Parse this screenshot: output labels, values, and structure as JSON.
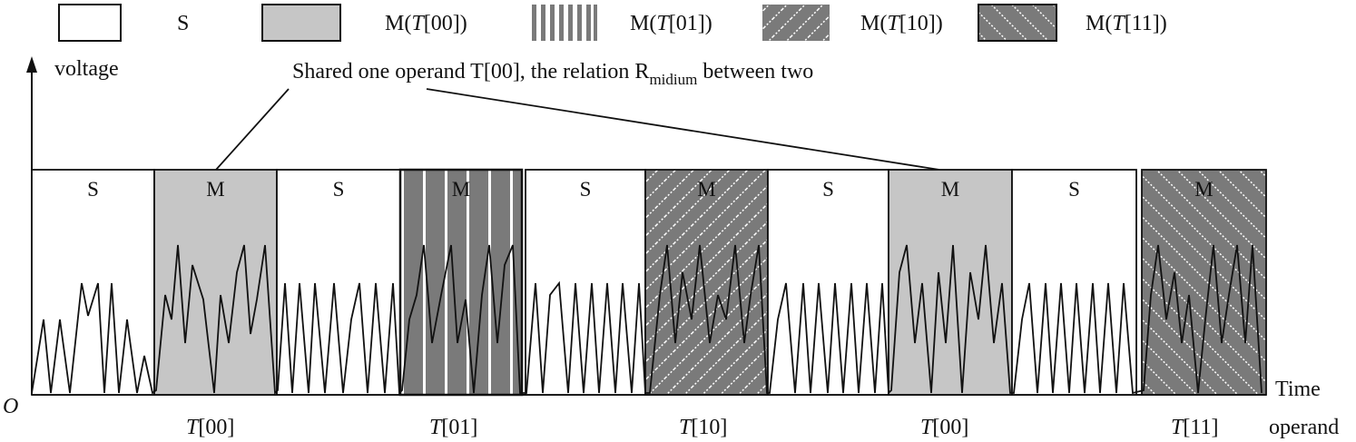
{
  "legend": [
    {
      "key": "s",
      "pattern": "plain",
      "label": "S"
    },
    {
      "key": "m00",
      "pattern": "grey",
      "label_pre": "M(",
      "label_italic": "T",
      "label_post": "[00])"
    },
    {
      "key": "m01",
      "pattern": "vstripes",
      "label_pre": "M(",
      "label_italic": "T",
      "label_post": "[01])"
    },
    {
      "key": "m10",
      "pattern": "diag-light",
      "label_pre": "M(",
      "label_italic": "T",
      "label_post": "[10])"
    },
    {
      "key": "m11",
      "pattern": "diag-dark",
      "label_pre": "M(",
      "label_italic": "T",
      "label_post": "[11])"
    }
  ],
  "axes": {
    "y_label": "voltage",
    "x_label": "Time",
    "origin": "O",
    "operand_label": "operand"
  },
  "annotation": {
    "text_main": "Shared one operand T[00], the relation R",
    "text_sub": "midium",
    "text_tail": " between two"
  },
  "segments": [
    {
      "label": "S",
      "pattern": "plain"
    },
    {
      "label": "M",
      "pattern": "grey"
    },
    {
      "label": "S",
      "pattern": "plain"
    },
    {
      "label": "M",
      "pattern": "vstripes"
    },
    {
      "label": "S",
      "pattern": "plain"
    },
    {
      "label": "M",
      "pattern": "diag-light"
    },
    {
      "label": "S",
      "pattern": "plain"
    },
    {
      "label": "M",
      "pattern": "grey"
    },
    {
      "label": "S",
      "pattern": "plain"
    },
    {
      "label": "M",
      "pattern": "diag-dark"
    }
  ],
  "operands": [
    {
      "italic": "T",
      "rest": "[00]"
    },
    {
      "italic": "T",
      "rest": "[01]"
    },
    {
      "italic": "T",
      "rest": "[10]"
    },
    {
      "italic": "T",
      "rest": "[00]"
    },
    {
      "italic": "T",
      "rest": "[11]"
    }
  ],
  "colors": {
    "grey_fill": "#c6c6c6",
    "dark_fill": "#7a7a7a",
    "stripe": "#ffffff",
    "line": "#111111"
  }
}
